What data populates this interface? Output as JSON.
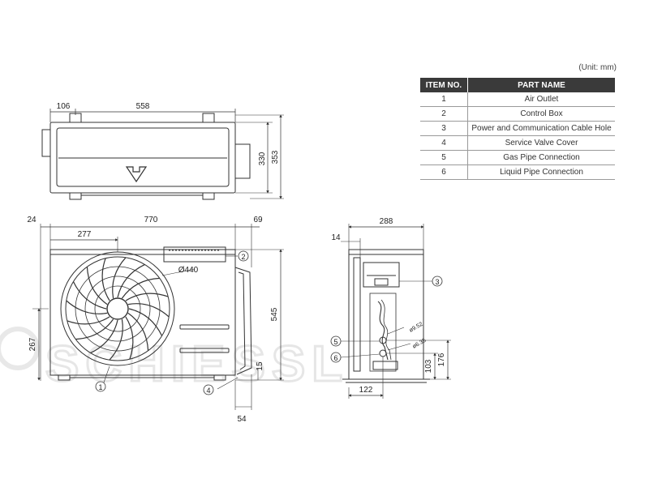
{
  "unit_note": "(Unit: mm)",
  "parts_table": {
    "headers": [
      "ITEM NO.",
      "PART NAME"
    ],
    "rows": [
      {
        "no": "1",
        "name": "Air Outlet"
      },
      {
        "no": "2",
        "name": "Control Box"
      },
      {
        "no": "3",
        "name": "Power and Communication Cable Hole"
      },
      {
        "no": "4",
        "name": "Service Valve Cover"
      },
      {
        "no": "5",
        "name": "Gas Pipe Connection"
      },
      {
        "no": "6",
        "name": "Liquid Pipe Connection"
      }
    ]
  },
  "top_view": {
    "dims": {
      "left_offset": "106",
      "width": "558",
      "depth_inner": "330",
      "depth_total": "353"
    }
  },
  "front_view": {
    "dims": {
      "left_margin": "24",
      "width": "770",
      "right_margin": "69",
      "fan_center": "277",
      "fan_diameter": "Ø440",
      "height": "545",
      "fan_height": "267",
      "bottom_gap": "15",
      "valve_offset": "54"
    },
    "callouts": {
      "air_outlet": "1",
      "control_box": "2",
      "valve_cover": "4"
    }
  },
  "side_view": {
    "dims": {
      "depth": "288",
      "offset": "14",
      "base": "122",
      "pipe_low": "103",
      "pipe_high": "176",
      "small_a": "ø9.52",
      "small_b": "ø6.35"
    },
    "callouts": {
      "cable_hole": "3",
      "gas_pipe": "5",
      "liquid_pipe": "6"
    }
  },
  "watermark": {
    "text": "SCHIESSL"
  }
}
